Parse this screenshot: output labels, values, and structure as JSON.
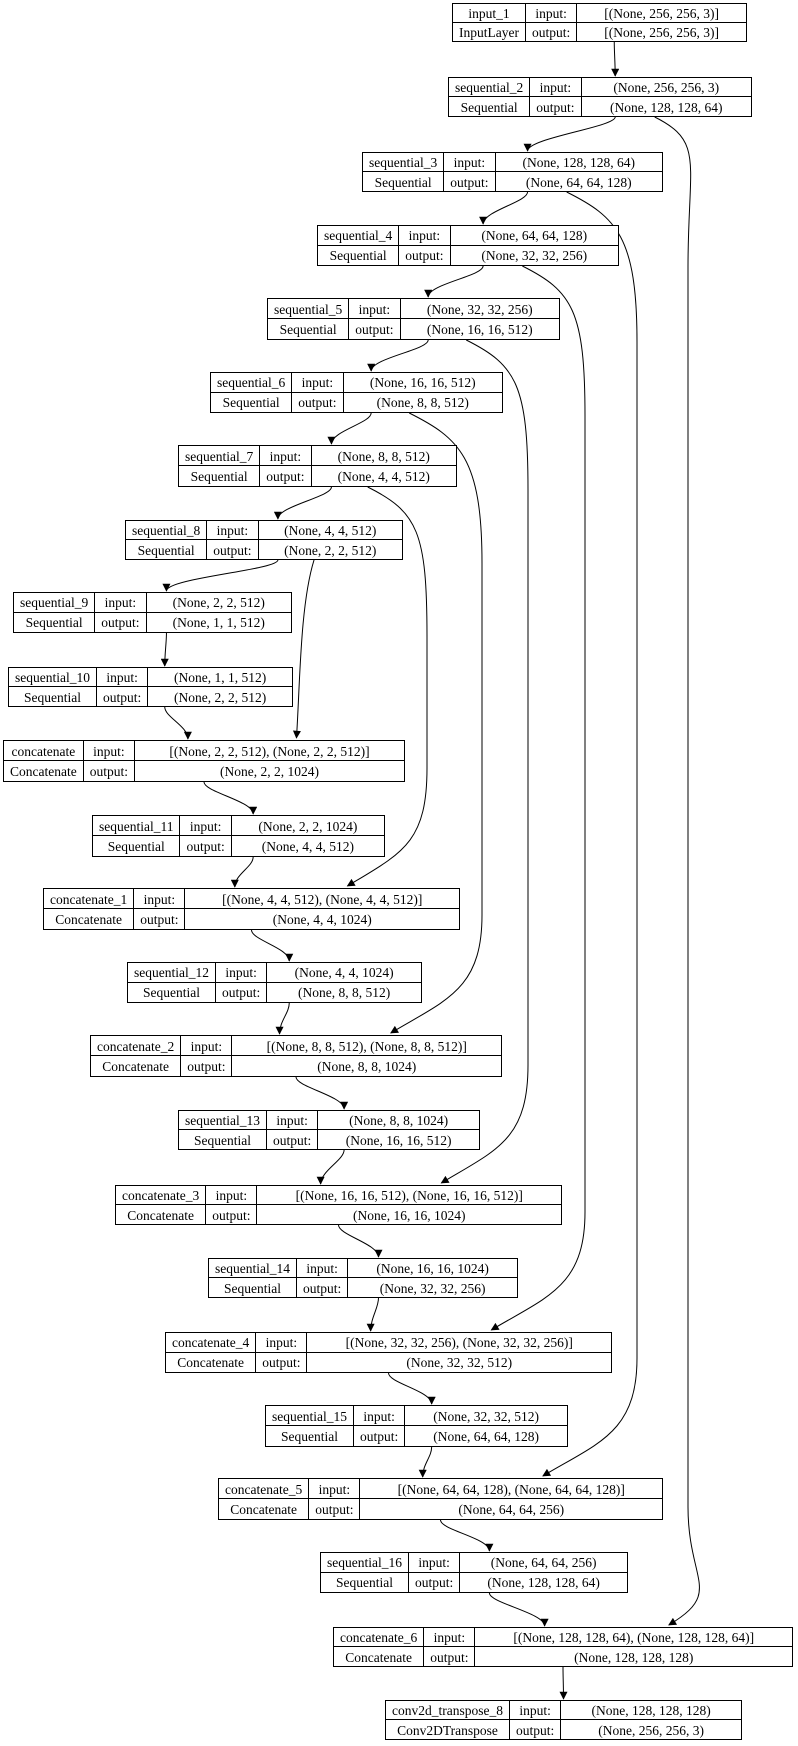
{
  "diagram": {
    "kind": "keras-plot-model-graph",
    "background_color": "#ffffff",
    "line_color": "#000000",
    "labels": {
      "input": "input:",
      "output": "output:"
    },
    "nodes": [
      {
        "id": "input_1",
        "name": "input_1",
        "type": "InputLayer",
        "input": "[(None, 256, 256, 3)]",
        "output": "[(None, 256, 256, 3)]"
      },
      {
        "id": "sequential_2",
        "name": "sequential_2",
        "type": "Sequential",
        "input": "(None, 256, 256, 3)",
        "output": "(None, 128, 128, 64)"
      },
      {
        "id": "sequential_3",
        "name": "sequential_3",
        "type": "Sequential",
        "input": "(None, 128, 128, 64)",
        "output": "(None, 64, 64, 128)"
      },
      {
        "id": "sequential_4",
        "name": "sequential_4",
        "type": "Sequential",
        "input": "(None, 64, 64, 128)",
        "output": "(None, 32, 32, 256)"
      },
      {
        "id": "sequential_5",
        "name": "sequential_5",
        "type": "Sequential",
        "input": "(None, 32, 32, 256)",
        "output": "(None, 16, 16, 512)"
      },
      {
        "id": "sequential_6",
        "name": "sequential_6",
        "type": "Sequential",
        "input": "(None, 16, 16, 512)",
        "output": "(None, 8, 8, 512)"
      },
      {
        "id": "sequential_7",
        "name": "sequential_7",
        "type": "Sequential",
        "input": "(None, 8, 8, 512)",
        "output": "(None, 4, 4, 512)"
      },
      {
        "id": "sequential_8",
        "name": "sequential_8",
        "type": "Sequential",
        "input": "(None, 4, 4, 512)",
        "output": "(None, 2, 2, 512)"
      },
      {
        "id": "sequential_9",
        "name": "sequential_9",
        "type": "Sequential",
        "input": "(None, 2, 2, 512)",
        "output": "(None, 1, 1, 512)"
      },
      {
        "id": "sequential_10",
        "name": "sequential_10",
        "type": "Sequential",
        "input": "(None, 1, 1, 512)",
        "output": "(None, 2, 2, 512)"
      },
      {
        "id": "concatenate",
        "name": "concatenate",
        "type": "Concatenate",
        "input": "[(None, 2, 2, 512), (None, 2, 2, 512)]",
        "output": "(None, 2, 2, 1024)"
      },
      {
        "id": "sequential_11",
        "name": "sequential_11",
        "type": "Sequential",
        "input": "(None, 2, 2, 1024)",
        "output": "(None, 4, 4, 512)"
      },
      {
        "id": "concatenate_1",
        "name": "concatenate_1",
        "type": "Concatenate",
        "input": "[(None, 4, 4, 512), (None, 4, 4, 512)]",
        "output": "(None, 4, 4, 1024)"
      },
      {
        "id": "sequential_12",
        "name": "sequential_12",
        "type": "Sequential",
        "input": "(None, 4, 4, 1024)",
        "output": "(None, 8, 8, 512)"
      },
      {
        "id": "concatenate_2",
        "name": "concatenate_2",
        "type": "Concatenate",
        "input": "[(None, 8, 8, 512), (None, 8, 8, 512)]",
        "output": "(None, 8, 8, 1024)"
      },
      {
        "id": "sequential_13",
        "name": "sequential_13",
        "type": "Sequential",
        "input": "(None, 8, 8, 1024)",
        "output": "(None, 16, 16, 512)"
      },
      {
        "id": "concatenate_3",
        "name": "concatenate_3",
        "type": "Concatenate",
        "input": "[(None, 16, 16, 512), (None, 16, 16, 512)]",
        "output": "(None, 16, 16, 1024)"
      },
      {
        "id": "sequential_14",
        "name": "sequential_14",
        "type": "Sequential",
        "input": "(None, 16, 16, 1024)",
        "output": "(None, 32, 32, 256)"
      },
      {
        "id": "concatenate_4",
        "name": "concatenate_4",
        "type": "Concatenate",
        "input": "[(None, 32, 32, 256), (None, 32, 32, 256)]",
        "output": "(None, 32, 32, 512)"
      },
      {
        "id": "sequential_15",
        "name": "sequential_15",
        "type": "Sequential",
        "input": "(None, 32, 32, 512)",
        "output": "(None, 64, 64, 128)"
      },
      {
        "id": "concatenate_5",
        "name": "concatenate_5",
        "type": "Concatenate",
        "input": "[(None, 64, 64, 128), (None, 64, 64, 128)]",
        "output": "(None, 64, 64, 256)"
      },
      {
        "id": "sequential_16",
        "name": "sequential_16",
        "type": "Sequential",
        "input": "(None, 64, 64, 256)",
        "output": "(None, 128, 128, 64)"
      },
      {
        "id": "concatenate_6",
        "name": "concatenate_6",
        "type": "Concatenate",
        "input": "[(None, 128, 128, 64), (None, 128, 128, 64)]",
        "output": "(None, 128, 128, 128)"
      },
      {
        "id": "conv2d_transpose_8",
        "name": "conv2d_transpose_8",
        "type": "Conv2DTranspose",
        "input": "(None, 128, 128, 128)",
        "output": "(None, 256, 256, 3)"
      }
    ],
    "edges": [
      {
        "from": "input_1",
        "to": "sequential_2",
        "kind": "flow"
      },
      {
        "from": "sequential_2",
        "to": "sequential_3",
        "kind": "flow"
      },
      {
        "from": "sequential_3",
        "to": "sequential_4",
        "kind": "flow"
      },
      {
        "from": "sequential_4",
        "to": "sequential_5",
        "kind": "flow"
      },
      {
        "from": "sequential_5",
        "to": "sequential_6",
        "kind": "flow"
      },
      {
        "from": "sequential_6",
        "to": "sequential_7",
        "kind": "flow"
      },
      {
        "from": "sequential_7",
        "to": "sequential_8",
        "kind": "flow"
      },
      {
        "from": "sequential_8",
        "to": "sequential_9",
        "kind": "flow"
      },
      {
        "from": "sequential_9",
        "to": "sequential_10",
        "kind": "flow"
      },
      {
        "from": "sequential_10",
        "to": "concatenate",
        "kind": "flow"
      },
      {
        "from": "sequential_8",
        "to": "concatenate",
        "kind": "skip"
      },
      {
        "from": "concatenate",
        "to": "sequential_11",
        "kind": "flow"
      },
      {
        "from": "sequential_11",
        "to": "concatenate_1",
        "kind": "flow"
      },
      {
        "from": "sequential_7",
        "to": "concatenate_1",
        "kind": "skip"
      },
      {
        "from": "concatenate_1",
        "to": "sequential_12",
        "kind": "flow"
      },
      {
        "from": "sequential_12",
        "to": "concatenate_2",
        "kind": "flow"
      },
      {
        "from": "sequential_6",
        "to": "concatenate_2",
        "kind": "skip"
      },
      {
        "from": "concatenate_2",
        "to": "sequential_13",
        "kind": "flow"
      },
      {
        "from": "sequential_13",
        "to": "concatenate_3",
        "kind": "flow"
      },
      {
        "from": "sequential_5",
        "to": "concatenate_3",
        "kind": "skip"
      },
      {
        "from": "concatenate_3",
        "to": "sequential_14",
        "kind": "flow"
      },
      {
        "from": "sequential_14",
        "to": "concatenate_4",
        "kind": "flow"
      },
      {
        "from": "sequential_4",
        "to": "concatenate_4",
        "kind": "skip"
      },
      {
        "from": "concatenate_4",
        "to": "sequential_15",
        "kind": "flow"
      },
      {
        "from": "sequential_15",
        "to": "concatenate_5",
        "kind": "flow"
      },
      {
        "from": "sequential_3",
        "to": "concatenate_5",
        "kind": "skip"
      },
      {
        "from": "concatenate_5",
        "to": "sequential_16",
        "kind": "flow"
      },
      {
        "from": "sequential_16",
        "to": "concatenate_6",
        "kind": "flow"
      },
      {
        "from": "sequential_2",
        "to": "concatenate_6",
        "kind": "skip"
      },
      {
        "from": "concatenate_6",
        "to": "conv2d_transpose_8",
        "kind": "flow"
      }
    ]
  }
}
